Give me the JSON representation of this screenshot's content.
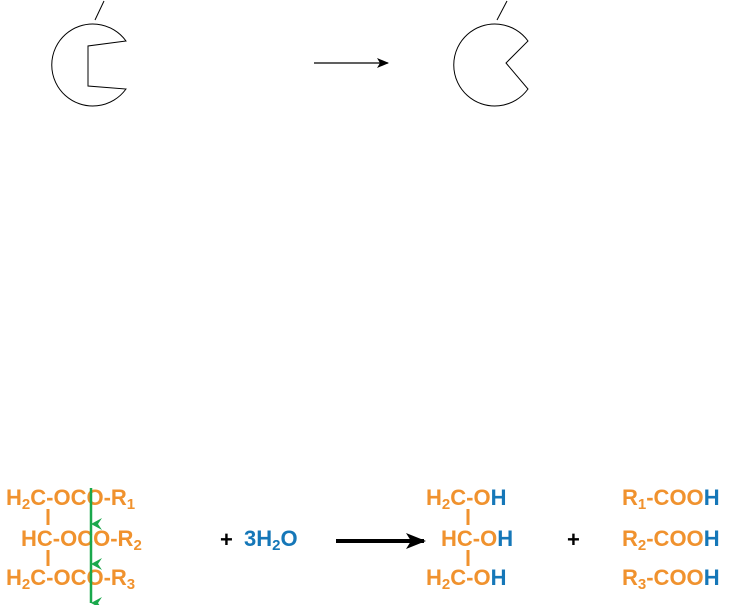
{
  "colors": {
    "orange": "#f0922e",
    "blue": "#1577b8",
    "green": "#1aa84c",
    "black": "#000000"
  },
  "enzyme_scheme": {
    "left_shape": "enzyme-with-rectangular-notch",
    "right_shape": "enzyme-with-v-notch",
    "arrow": "reaction-arrow"
  },
  "reaction": {
    "triglyceride": {
      "row1": {
        "a": "H",
        "a_sub": "2",
        "b": "C-O",
        "c": "CO-R",
        "c_sub": "1"
      },
      "row2": {
        "a": "HC-O",
        "c": "CO-R",
        "c_sub": "2"
      },
      "row3": {
        "a": "H",
        "a_sub": "2",
        "b": "C-O",
        "c": "CO-R",
        "c_sub": "3"
      }
    },
    "plus1": "+",
    "water": {
      "a": "3H",
      "a_sub": "2",
      "b": "O"
    },
    "glycerol": {
      "row1": {
        "a": "H",
        "a_sub": "2",
        "b": "C-O",
        "c": "H"
      },
      "row2": {
        "a": "HC-O",
        "c": "H"
      },
      "row3": {
        "a": "H",
        "a_sub": "2",
        "b": "C-O",
        "c": "H"
      }
    },
    "plus2": "+",
    "acids": {
      "row1": {
        "a": "R",
        "a_sub": "1",
        "b": "-COO",
        "c": "H"
      },
      "row2": {
        "a": "R",
        "a_sub": "2",
        "b": "-COO",
        "c": "H"
      },
      "row3": {
        "a": "R",
        "a_sub": "3",
        "b": "-COO",
        "c": "H"
      }
    }
  }
}
